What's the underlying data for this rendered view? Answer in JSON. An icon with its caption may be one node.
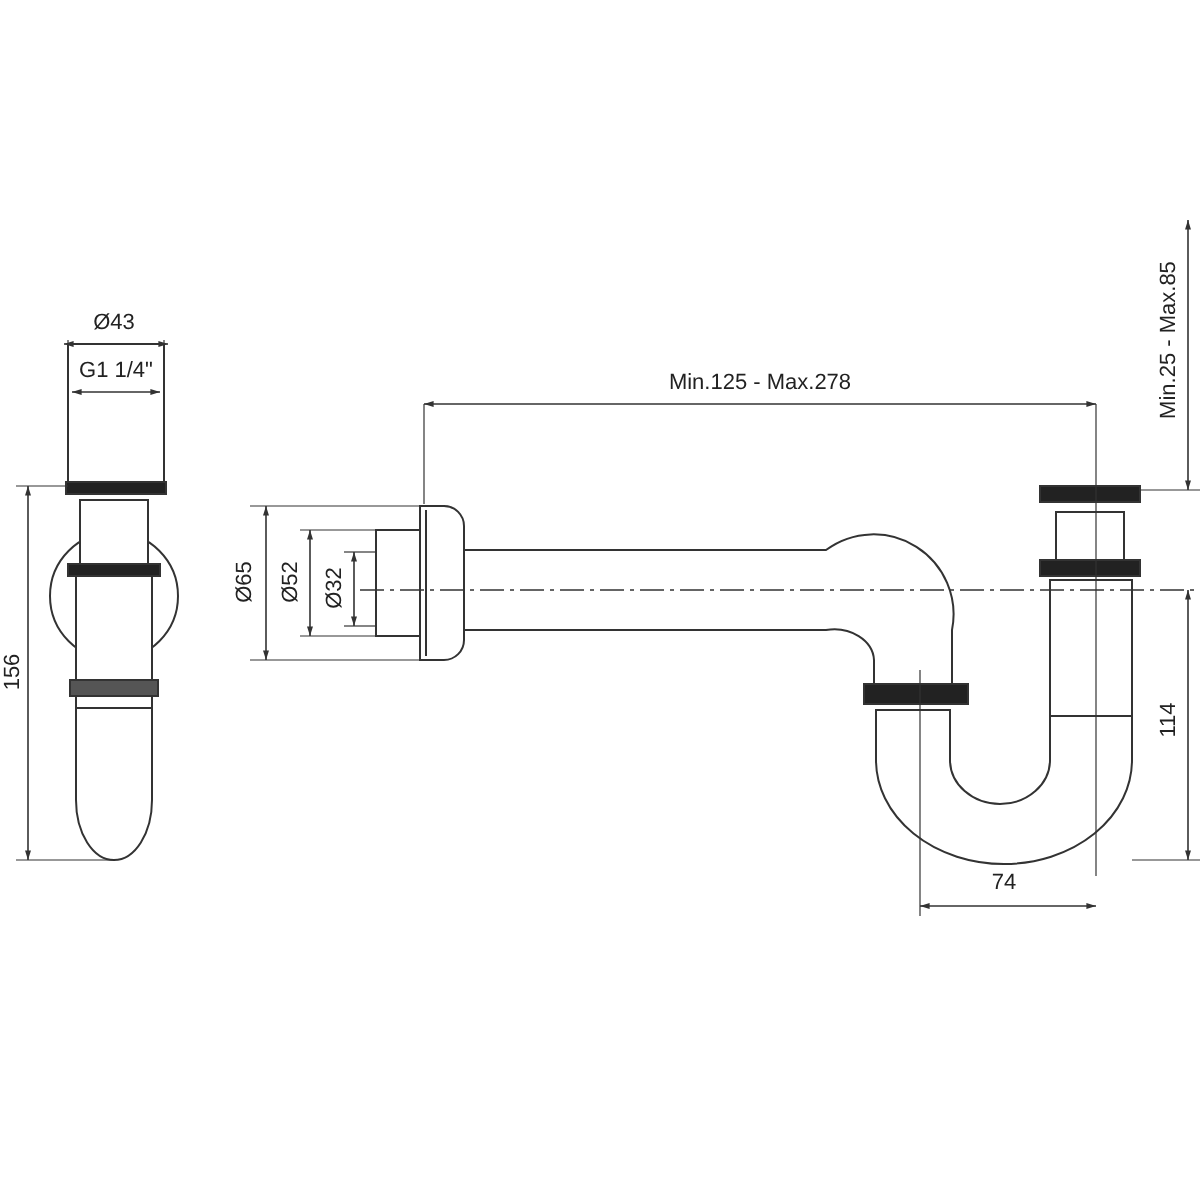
{
  "diagram": {
    "labels": [
      "Ø43",
      "G1 1/4\"",
      "Min.125 - Max.278",
      "Min.25 - Max.85",
      "156",
      "Ø65",
      "Ø52",
      "Ø32",
      "114",
      "74"
    ]
  }
}
